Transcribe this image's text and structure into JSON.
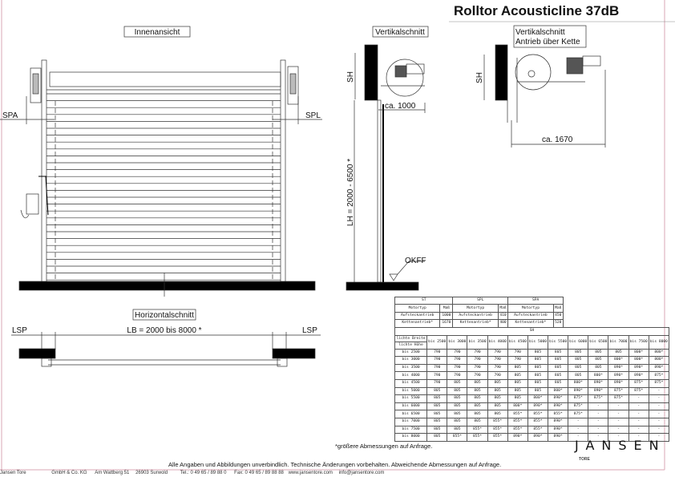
{
  "title": "Rolltor Acousticline  37dB",
  "views": {
    "inside": {
      "label": "Innenansicht",
      "spa": "SPA",
      "spl": "SPL"
    },
    "vertical": {
      "label": "Vertikalschnitt",
      "sh": "SH",
      "depth": "ca. 1000",
      "lh": "LH = 2000 - 6500 *",
      "okff": "OKFF"
    },
    "vertical_chain": {
      "label_line1": "Vertikalschnitt",
      "label_line2": "Antrieb über Kette",
      "sh": "SH",
      "depth": "ca. 1670"
    },
    "horizontal": {
      "label": "Horizontalschnitt",
      "lsp_left": "LSP",
      "lsp_right": "LSP",
      "lb": "LB = 2000 bis 8000 *"
    }
  },
  "side_table": {
    "groups": [
      "ST",
      "SPL",
      "SPA"
    ],
    "col_motor": "Motortyp",
    "col_size": "Maß",
    "rows": [
      [
        "Aufsteckantrieb",
        "1000",
        "Aufsteckantrieb",
        "410",
        "Aufsteckantrieb",
        "450"
      ],
      [
        "Kettenantrieb*",
        "1670",
        "Kettenantrieb*",
        "400",
        "Kettenantrieb*",
        "520"
      ]
    ]
  },
  "sh_table": {
    "title": "SH",
    "corner_top": "lichte Breite",
    "corner_bottom": "lichte Höhe",
    "columns": [
      "bis 2500",
      "bis 3000",
      "bis 3500",
      "bis 4000",
      "bis 4500",
      "bis 5000",
      "bis 5500",
      "bis 6000",
      "bis 6500",
      "bis 7000",
      "bis 7500",
      "bis 8000"
    ],
    "rows": [
      {
        "height": "bis 2500",
        "values": [
          "790",
          "790",
          "790",
          "790",
          "790",
          "805",
          "805",
          "805",
          "805",
          "805",
          "800*",
          "800*"
        ]
      },
      {
        "height": "bis 3000",
        "values": [
          "790",
          "790",
          "790",
          "790",
          "790",
          "805",
          "805",
          "805",
          "805",
          "800*",
          "800*",
          "800*"
        ]
      },
      {
        "height": "bis 3500",
        "values": [
          "790",
          "790",
          "790",
          "790",
          "805",
          "805",
          "805",
          "805",
          "805",
          "890*",
          "890*",
          "890*"
        ]
      },
      {
        "height": "bis 4000",
        "values": [
          "790",
          "790",
          "790",
          "790",
          "805",
          "805",
          "805",
          "805",
          "800*",
          "890*",
          "890*",
          "875*"
        ]
      },
      {
        "height": "bis 4500",
        "values": [
          "790",
          "805",
          "805",
          "805",
          "805",
          "805",
          "805",
          "800*",
          "890*",
          "890*",
          "875*",
          "875*"
        ]
      },
      {
        "height": "bis 5000",
        "values": [
          "805",
          "805",
          "805",
          "805",
          "805",
          "805",
          "800*",
          "890*",
          "890*",
          "875*",
          "875*",
          "-"
        ]
      },
      {
        "height": "bis 5500",
        "values": [
          "805",
          "805",
          "805",
          "805",
          "805",
          "800*",
          "890*",
          "875*",
          "875*",
          "875*",
          "-",
          "-"
        ]
      },
      {
        "height": "bis 6000",
        "values": [
          "805",
          "805",
          "805",
          "805",
          "800*",
          "890*",
          "890*",
          "875*",
          "-",
          "-",
          "-",
          "-"
        ]
      },
      {
        "height": "bis 6500",
        "values": [
          "805",
          "805",
          "805",
          "805",
          "855*",
          "855*",
          "855*",
          "875*",
          "-",
          "-",
          "-",
          "-"
        ]
      },
      {
        "height": "bis 7000",
        "values": [
          "805",
          "805",
          "805",
          "855*",
          "855*",
          "855*",
          "890*",
          "-",
          "-",
          "-",
          "-",
          "-"
        ]
      },
      {
        "height": "bis 7500",
        "values": [
          "805",
          "805",
          "855*",
          "855*",
          "855*",
          "855*",
          "890*",
          "-",
          "-",
          "-",
          "-",
          "-"
        ]
      },
      {
        "height": "bis 8000",
        "values": [
          "805",
          "855*",
          "855*",
          "855*",
          "890*",
          "890*",
          "890*",
          "-",
          "-",
          "-",
          "-",
          "-"
        ]
      }
    ]
  },
  "note": "*größere  Abmessungen auf Anfrage.",
  "disclaimer": "Alle Angaben und Abbildungen unverbindlich. Technische Änderungen vorbehalten. Abweichende Abmessungen auf Anfrage.",
  "footer": {
    "company": "Jansen Tore",
    "legal": "GmbH & Co. KG",
    "street": "Am Wattberg 51",
    "city": "26903 Surwold",
    "phone": "Tel.: 0 49 65 / 89 88 0",
    "fax": "Fax: 0 49 65 / 89 88 88",
    "web": "www.jansentore.com",
    "email": "info@jansentore.com"
  },
  "logo": {
    "brand": "JANSEN",
    "sub": "TORE"
  },
  "colors": {
    "frame": "#d9a7b4",
    "ink": "#111111"
  }
}
